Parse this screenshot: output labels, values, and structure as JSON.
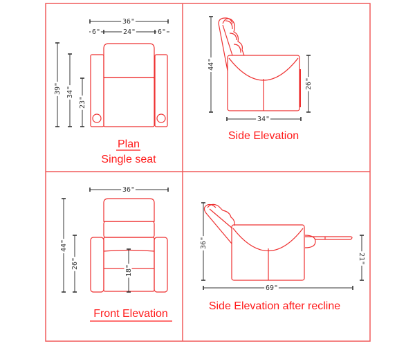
{
  "panels": {
    "plan": {
      "title": "Plan",
      "subtitle": "Single seat",
      "dims": {
        "overall_width": "36\"",
        "arm_left": "6\"",
        "seat_width": "24\"",
        "arm_right": "6\"",
        "depth": "39\"",
        "arm_depth": "34\"",
        "seat_depth": "23\""
      }
    },
    "side": {
      "title": "Side Elevation",
      "dims": {
        "height": "44\"",
        "arm_height": "26\"",
        "depth": "34\""
      }
    },
    "front": {
      "title": "Front Elevation",
      "dims": {
        "width": "36\"",
        "height": "44\"",
        "arm_height": "26\"",
        "seat_height": "18\""
      }
    },
    "recline": {
      "title": "Side Elevation after recline",
      "dims": {
        "height": "36\"",
        "footrest_height": "21\"",
        "length": "69\""
      }
    }
  },
  "colors": {
    "frame": "#f05a5a",
    "drawing": "#ee3030",
    "label": "#ff1a1a",
    "dimension": "#333333"
  }
}
